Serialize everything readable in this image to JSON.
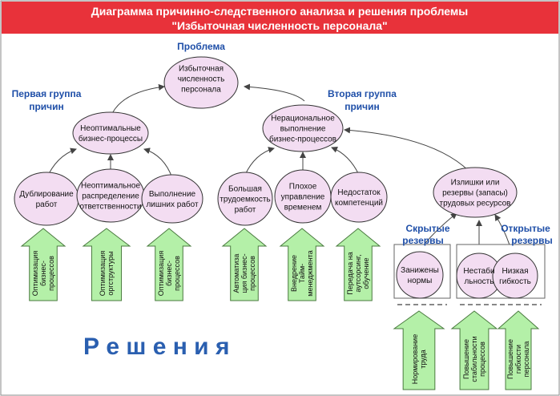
{
  "header": {
    "line1": "Диаграмма причинно-следственного анализа и решения проблемы",
    "line2": "\"Избыточная численность персонала\""
  },
  "labels": {
    "problem": "Проблема",
    "group1": [
      "Первая группа",
      "причин"
    ],
    "group2": [
      "Вторая группа",
      "причин"
    ],
    "hidden": [
      "Скрытые",
      "резервы"
    ],
    "open": [
      "Открытые",
      "резервы"
    ],
    "solutions": "Р е ш е н и я"
  },
  "nodes": {
    "problem": [
      "Избыточная",
      "численность",
      "персонала"
    ],
    "biz": [
      "Неоптимальные",
      "бизнес-процессы"
    ],
    "irr": [
      "Нерациональное",
      "выполнение",
      "бизнес-процессов"
    ],
    "dup": [
      "Дублирование",
      "работ"
    ],
    "resp": [
      "Неоптимальное",
      "распределение",
      "ответственности"
    ],
    "extra": [
      "Выполнение",
      "лишних работ"
    ],
    "labor": [
      "Большая",
      "трудоемкость",
      "работ"
    ],
    "time": [
      "Плохое",
      "управление",
      "временем"
    ],
    "comp": [
      "Недостаток",
      "компетенций"
    ],
    "surplus": [
      "Излишки или",
      "резервы (запасы)",
      "трудовых ресурсов"
    ],
    "norms": [
      "Занижены",
      "нормы"
    ],
    "unstable": [
      "Нестаби",
      "льность"
    ],
    "flex": [
      "Низкая",
      "гибкость"
    ]
  },
  "arrows": {
    "a1": [
      "Оптимизация",
      "бизнес-",
      "процессов"
    ],
    "a2": [
      "Оптимизация",
      "оргструктуры"
    ],
    "a3": [
      "Оптимизация",
      "бизнес-",
      "процессов"
    ],
    "a4": [
      "Автоматиза",
      "ция бизнес-",
      "процессов"
    ],
    "a5": [
      "Внедрение",
      "Тайм-",
      "менеджмента"
    ],
    "a6": [
      "Передача на",
      "аутсорсинг,",
      "обучение"
    ],
    "a7": [
      "Нормирование",
      "труда"
    ],
    "a8": [
      "Повышение",
      "стабильности",
      "процессов"
    ],
    "a9": [
      "Повышение",
      "гибкости",
      "персонала"
    ]
  },
  "colors": {
    "header_bg": "#e8323a",
    "header_text": "#ffffff",
    "node_fill": "#f3ddf2",
    "node_stroke": "#333333",
    "arrow_fill": "#b4f0a8",
    "arrow_stroke": "#4a7a3f",
    "label_blue": "#1f4fa8",
    "solutions_blue": "#2a5fb0"
  }
}
